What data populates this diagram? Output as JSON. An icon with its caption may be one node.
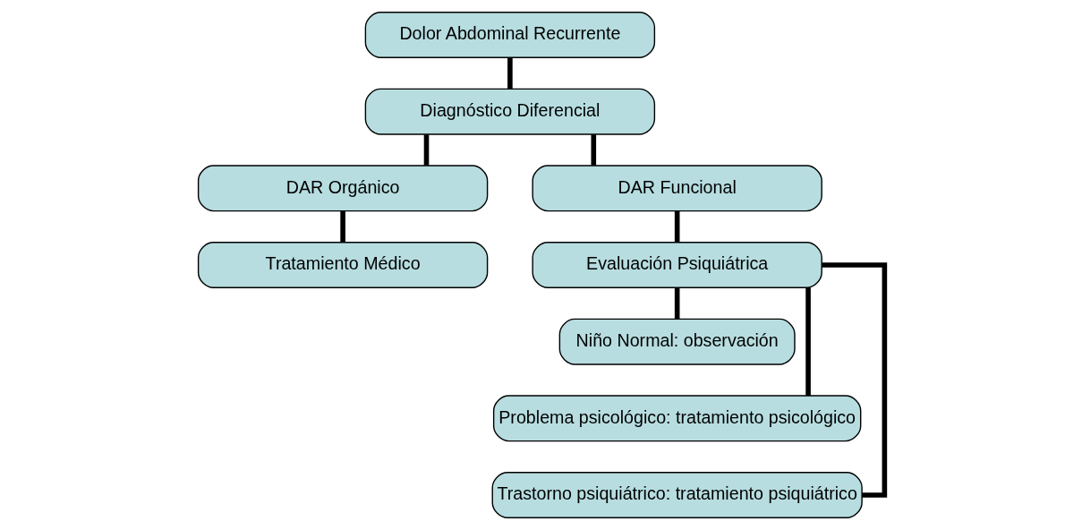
{
  "diagram": {
    "nodes": [
      {
        "text": [
          "Dolor Abdominal Recurrente"
        ]
      },
      {
        "text": [
          "Diagnóstico Diferencial"
        ]
      },
      {
        "text": [
          "DAR Orgánico"
        ]
      },
      {
        "text": [
          "DAR Funcional"
        ]
      },
      {
        "text": [
          "Tratamiento Médico"
        ]
      },
      {
        "text": [
          "Evaluación Psiquiátrica"
        ]
      },
      {
        "text": [
          "Niño Normal: observación"
        ]
      },
      {
        "text": [
          "Problema psicológico: tratamiento psicológico"
        ]
      },
      {
        "text": [
          "Trastorno psiquiátrico: tratamiento psiquiátrico"
        ]
      }
    ],
    "edges": [
      {
        "from": 0,
        "to": 1,
        "arrow": "none"
      },
      {
        "from": 1,
        "to": 2,
        "arrow": "none"
      },
      {
        "from": 1,
        "to": 3,
        "arrow": "none"
      },
      {
        "from": 2,
        "to": 4,
        "arrow": "none"
      },
      {
        "from": 3,
        "to": 5,
        "arrow": "none"
      },
      {
        "from": 5,
        "to": 6,
        "arrow": "none"
      },
      {
        "from": 5,
        "to": 7,
        "arrow": "none"
      },
      {
        "from": 5,
        "to": 8,
        "arrow": "none"
      }
    ]
  }
}
